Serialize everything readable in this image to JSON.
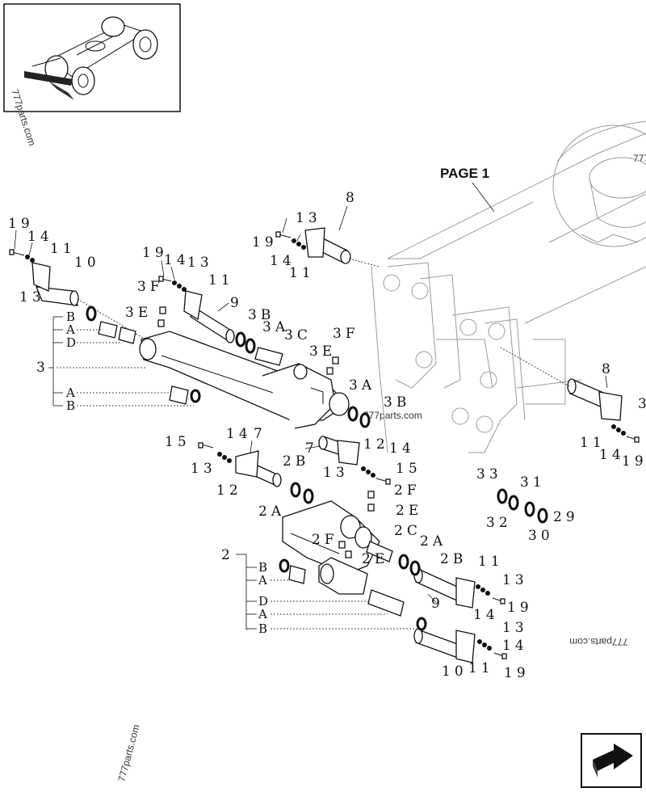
{
  "page_link": "PAGE 1",
  "watermarks": [
    "777parts.com",
    "777parts.com",
    "777parts.com",
    "777parts.com",
    "777"
  ],
  "colors": {
    "ink": "#111111",
    "frame": "#9a9a9a",
    "background": "#ffffff"
  },
  "nav_icon": "next-page-arrow-icon",
  "callouts": {
    "c19a": "19",
    "c14a": "14",
    "c11a": "11",
    "c10a": "10",
    "c13a": "13",
    "c3B_l": "B",
    "c3A_l": "A",
    "c3D_l": "D",
    "c3": "3",
    "c3A_l2": "A",
    "c3B_l2": "B",
    "c19b": "19",
    "c14b": "14",
    "c13b": "13",
    "c11b": "11",
    "c3Fa": "3F",
    "c3Ea": "3E",
    "c9a": "9",
    "c3Ba": "3B",
    "c3Aa": "3A",
    "c3C": "3C",
    "c3Fb": "3F",
    "c3Eb": "3E",
    "c3Ab": "3A",
    "c3Bb": "3B",
    "c13c": "13",
    "c8a": "8",
    "c19c": "19",
    "c14c": "14",
    "c11c": "11",
    "c15a": "15",
    "c14d": "14",
    "c7a": "7",
    "c13d": "13",
    "c12a": "12",
    "c2Ba": "2B",
    "c7b": "7",
    "c12b": "12",
    "c14e": "14",
    "c15b": "15",
    "c13e": "13",
    "c2Fa": "2F",
    "c2Ea": "2E",
    "c2Aa": "2A",
    "c2Fb": "2F",
    "c2C": "2C",
    "c2Ab": "2A",
    "c2Eb": "2E",
    "c2Bb": "2B",
    "c2": "2",
    "c2B_l": "B",
    "c2A_l": "A",
    "c2D_l": "D",
    "c2A_l2": "A",
    "c2B_l2": "B",
    "c11d": "11",
    "c13f": "13",
    "c9b": "9",
    "c19d": "19",
    "c14f": "14",
    "c13g": "13",
    "c14g": "14",
    "c11e": "11",
    "c10b": "10",
    "c19e": "19",
    "c33": "33",
    "c31": "31",
    "c32": "32",
    "c30": "30",
    "c29": "29",
    "c8b": "8",
    "c3r": "3",
    "c11f": "11",
    "c14h": "14",
    "c19f": "19"
  }
}
